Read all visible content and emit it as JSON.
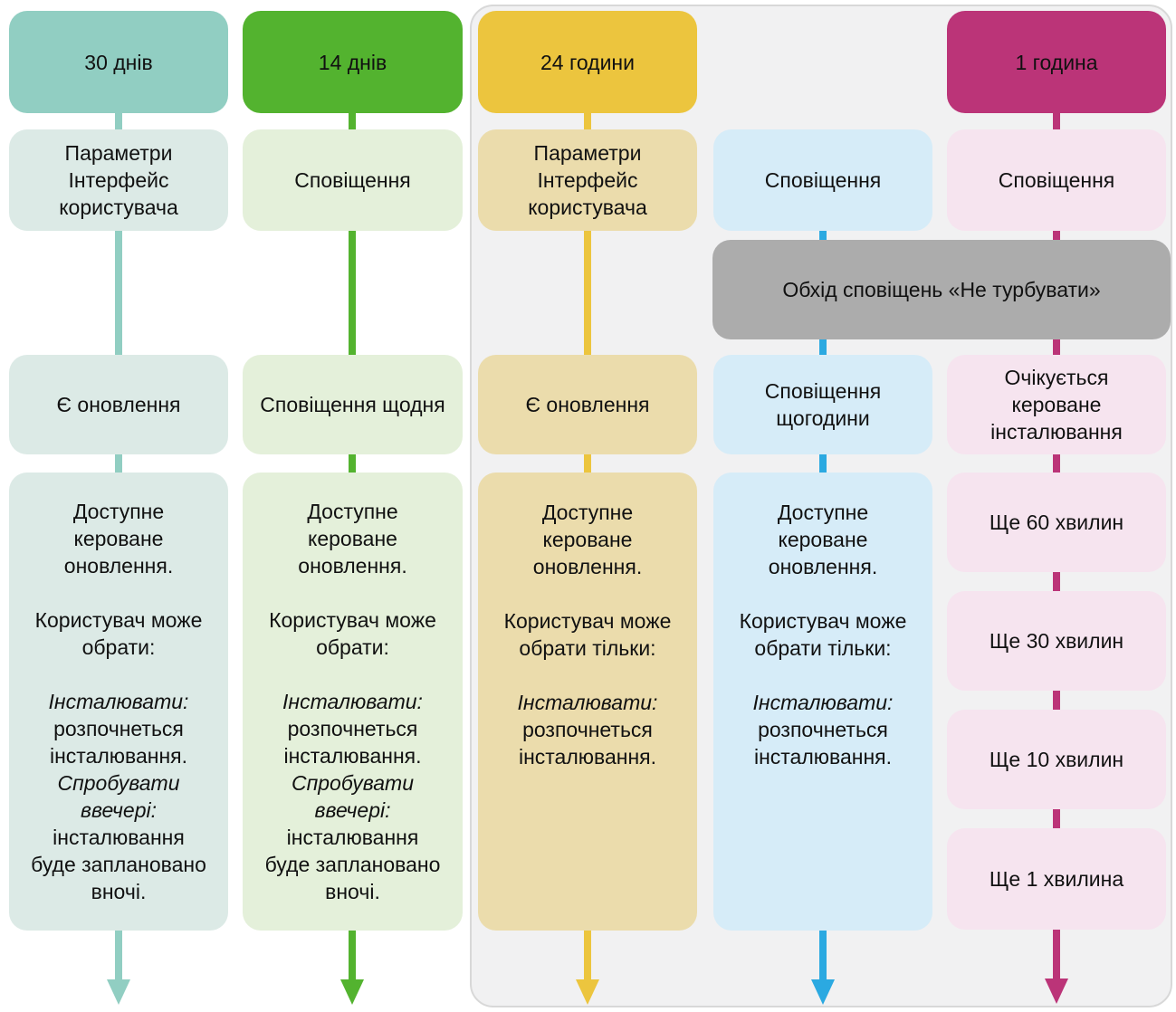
{
  "colors": {
    "teal": "#91CEC2",
    "teal_light": "#DCEAE6",
    "green": "#53B32F",
    "green_light": "#E4F0DA",
    "yellow": "#ECC53E",
    "yellow_light": "#EBDCAC",
    "blue": "#2BA9E1",
    "blue_light": "#D6ECF8",
    "magenta": "#BB3478",
    "magenta_light": "#F6E4EF",
    "gray_box": "#ACACAC",
    "panel_bg": "#F1F1F2",
    "panel_border": "#D8D8D8"
  },
  "bypass": {
    "label": "Обхід сповіщень «Не турбувати»"
  },
  "columns": {
    "c1": {
      "header": "30 днів",
      "row1": "Параметри\nІнтерфейс\nкористувача",
      "row2": "Є оновлення",
      "row3": {
        "p1": "Доступне\nкероване\nоновлення.",
        "p2": "Користувач може\nобрати:",
        "i1": "Інсталювати:\n",
        "t1": "розпочнеться\nінсталювання.\n",
        "i2": "Спробувати\nввечері:\n",
        "t2": "інсталювання\nбуде заплановано\nвночі."
      }
    },
    "c2": {
      "header": "14 днів",
      "row1": "Сповіщення",
      "row2": "Сповіщення щодня",
      "row3": {
        "p1": "Доступне\nкероване\nоновлення.",
        "p2": "Користувач може\nобрати:",
        "i1": "Інсталювати:\n",
        "t1": "розпочнеться\nінсталювання.\n",
        "i2": "Спробувати\nввечері:\n",
        "t2": "інсталювання\nбуде заплановано\nвночі."
      }
    },
    "c3": {
      "header": "24 години",
      "row1": "Параметри\nІнтерфейс\nкористувача",
      "row2": "Є оновлення",
      "row3": {
        "p1": "Доступне\nкероване\nоновлення.",
        "p2": "Користувач може\nобрати тільки:",
        "i1": "Інсталювати:\n",
        "t1": "розпочнеться\nінсталювання."
      }
    },
    "c4": {
      "row1": "Сповіщення",
      "row2": "Сповіщення\nщогодини",
      "row3": {
        "p1": "Доступне\nкероване\nоновлення.",
        "p2": "Користувач може\nобрати тільки:",
        "i1": "Інсталювати:\n",
        "t1": "розпочнеться\nінсталювання."
      }
    },
    "c5": {
      "header": "1 година",
      "row1": "Сповіщення",
      "row2": "Очікується\nкероване\nінсталювання",
      "steps": [
        "Ще 60 хвилин",
        "Ще 30 хвилин",
        "Ще 10 хвилин",
        "Ще 1 хвилина"
      ]
    }
  }
}
